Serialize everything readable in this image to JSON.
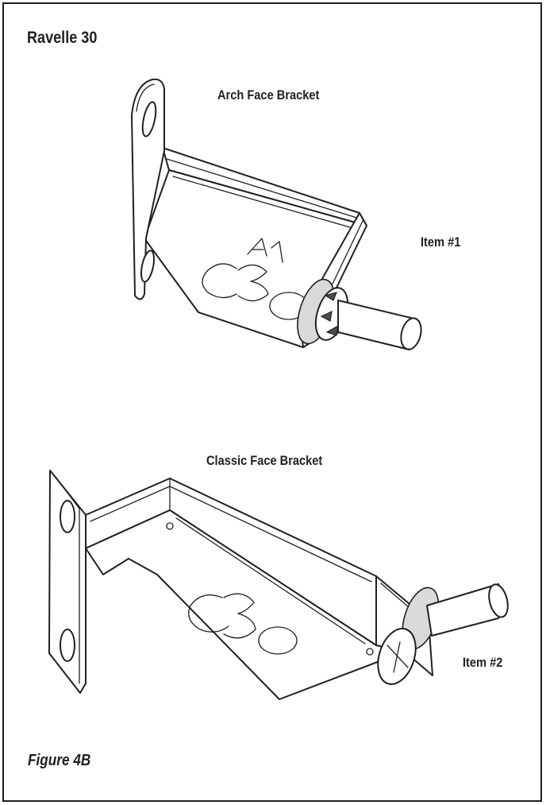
{
  "figure": {
    "title": "Ravelle 30",
    "caption": "Figure 4B",
    "brackets": [
      {
        "label": "Arch Face Bracket",
        "item": "Item #1",
        "stamp": "C3O",
        "mark": "A1"
      },
      {
        "label": "Classic Face Bracket",
        "item": "Item #2",
        "stamp": "C3O"
      }
    ],
    "colors": {
      "line": "#231f20",
      "background": "#ffffff"
    }
  }
}
